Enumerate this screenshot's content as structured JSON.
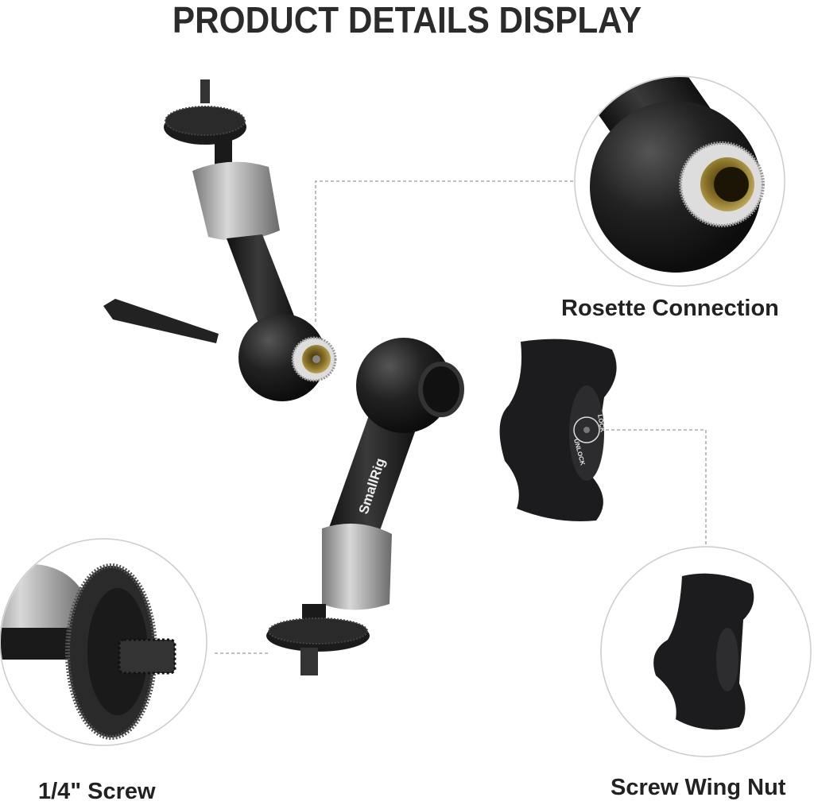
{
  "title": "PRODUCT DETAILS DISPLAY",
  "labels": {
    "rosette": "Rosette Connection",
    "screw": "1/4\" Screw",
    "wing_nut": "Screw Wing Nut"
  },
  "product": {
    "brand": "SmallRig",
    "knob_lock": "LOCK",
    "knob_unlock": "UNLOCK"
  },
  "colors": {
    "text": "#222222",
    "metal": "#1c1c1e",
    "silver": "#a9a9ab",
    "brass": "#8a7428",
    "dashed": "#999999"
  }
}
